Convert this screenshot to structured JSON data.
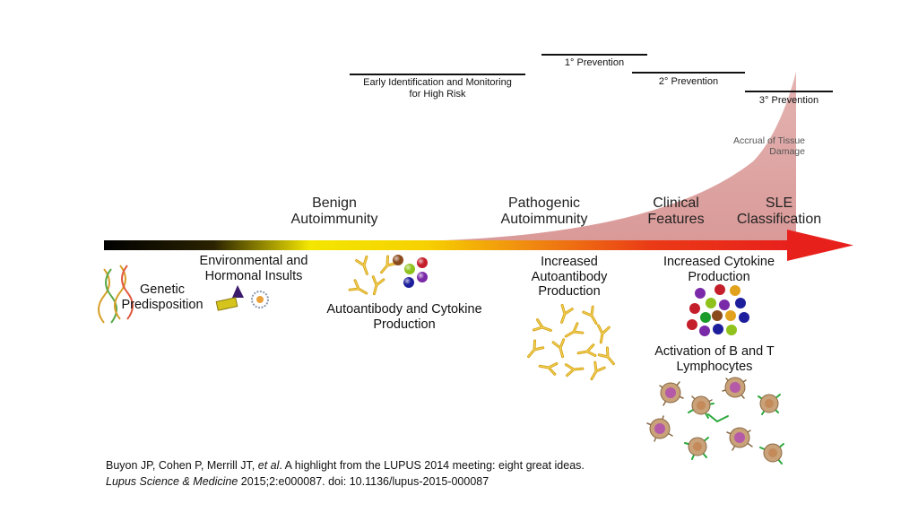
{
  "prevention_levels": [
    {
      "label": "Early Identification and Monitoring\nfor High Risk"
    },
    {
      "label": "1° Prevention"
    },
    {
      "label": "2° Prevention"
    },
    {
      "label": "3° Prevention"
    }
  ],
  "damage_label": "Accrual of Tissue\nDamage",
  "stages": [
    {
      "label": "Benign\nAutoimmunity"
    },
    {
      "label": "Pathogenic\nAutoimmunity"
    },
    {
      "label": "Clinical\nFeatures"
    },
    {
      "label": "SLE\nClassification"
    }
  ],
  "below": {
    "genetic": "Genetic\nPredisposition",
    "environmental": "Environmental and\nHormonal Insults",
    "autoantibody_cytokine": "Autoantibody and Cytokine\nProduction",
    "increased_autoantibody": "Increased\nAutoantibody\nProduction",
    "increased_cytokine": "Increased Cytokine\nProduction",
    "activation": "Activation of B and T\nLymphocytes"
  },
  "citation": {
    "authors": "Buyon JP, Cohen P, Merrill JT, ",
    "etal": "et al",
    "title": ". A highlight from the LUPUS 2014 meeting: eight great ideas.",
    "journal": "Lupus Science & Medicine",
    "details": " 2015;2:e000087. doi: 10.1136/lupus-2015-000087"
  },
  "colors": {
    "arrow_start": "#000000",
    "arrow_mid": "#f7e400",
    "arrow_end": "#e8201c",
    "damage_fill": "#dba5a3",
    "cytokines": [
      "#1d1e9c",
      "#c41e2a",
      "#1a9b2a",
      "#e2a21e",
      "#7a2aa8",
      "#8a4a1c",
      "#8fc21d"
    ]
  }
}
